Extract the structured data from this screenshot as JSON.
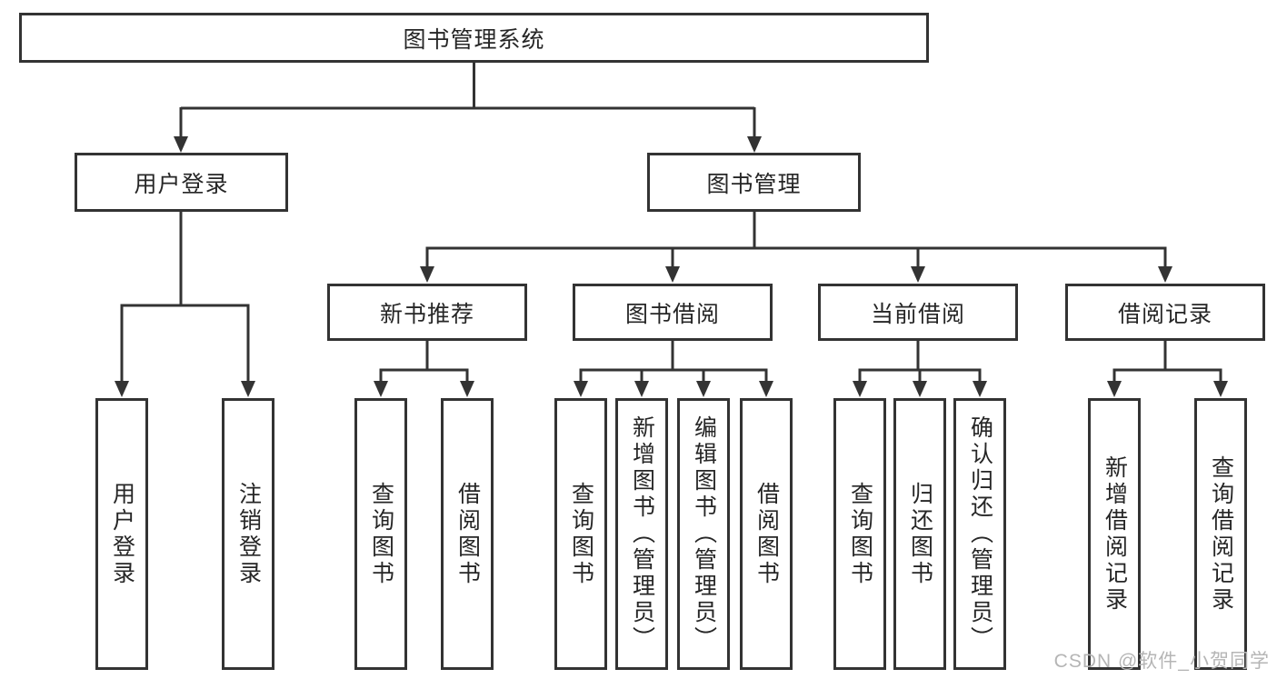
{
  "diagram": {
    "root": {
      "label": "图书管理系统"
    },
    "level1": [
      {
        "label": "用户登录"
      },
      {
        "label": "图书管理"
      }
    ],
    "level2": [
      {
        "label": "新书推荐"
      },
      {
        "label": "图书借阅"
      },
      {
        "label": "当前借阅"
      },
      {
        "label": "借阅记录"
      }
    ],
    "leaves": [
      {
        "label": "用户登录"
      },
      {
        "label": "注销登录"
      },
      {
        "label": "查询图书"
      },
      {
        "label": "借阅图书"
      },
      {
        "label": "查询图书"
      },
      {
        "label": "新增图书（管理员）"
      },
      {
        "label": "编辑图书（管理员）"
      },
      {
        "label": "借阅图书"
      },
      {
        "label": "查询图书"
      },
      {
        "label": "归还图书"
      },
      {
        "label": "确认归还（管理员）"
      },
      {
        "label": "新增借阅记录"
      },
      {
        "label": "查询借阅记录"
      }
    ]
  },
  "watermark": {
    "text": "CSDN @软件_小贺同学"
  },
  "colors": {
    "line": "#333333",
    "text": "#262626",
    "watermark": "#b5b5b5",
    "background": "#ffffff"
  }
}
